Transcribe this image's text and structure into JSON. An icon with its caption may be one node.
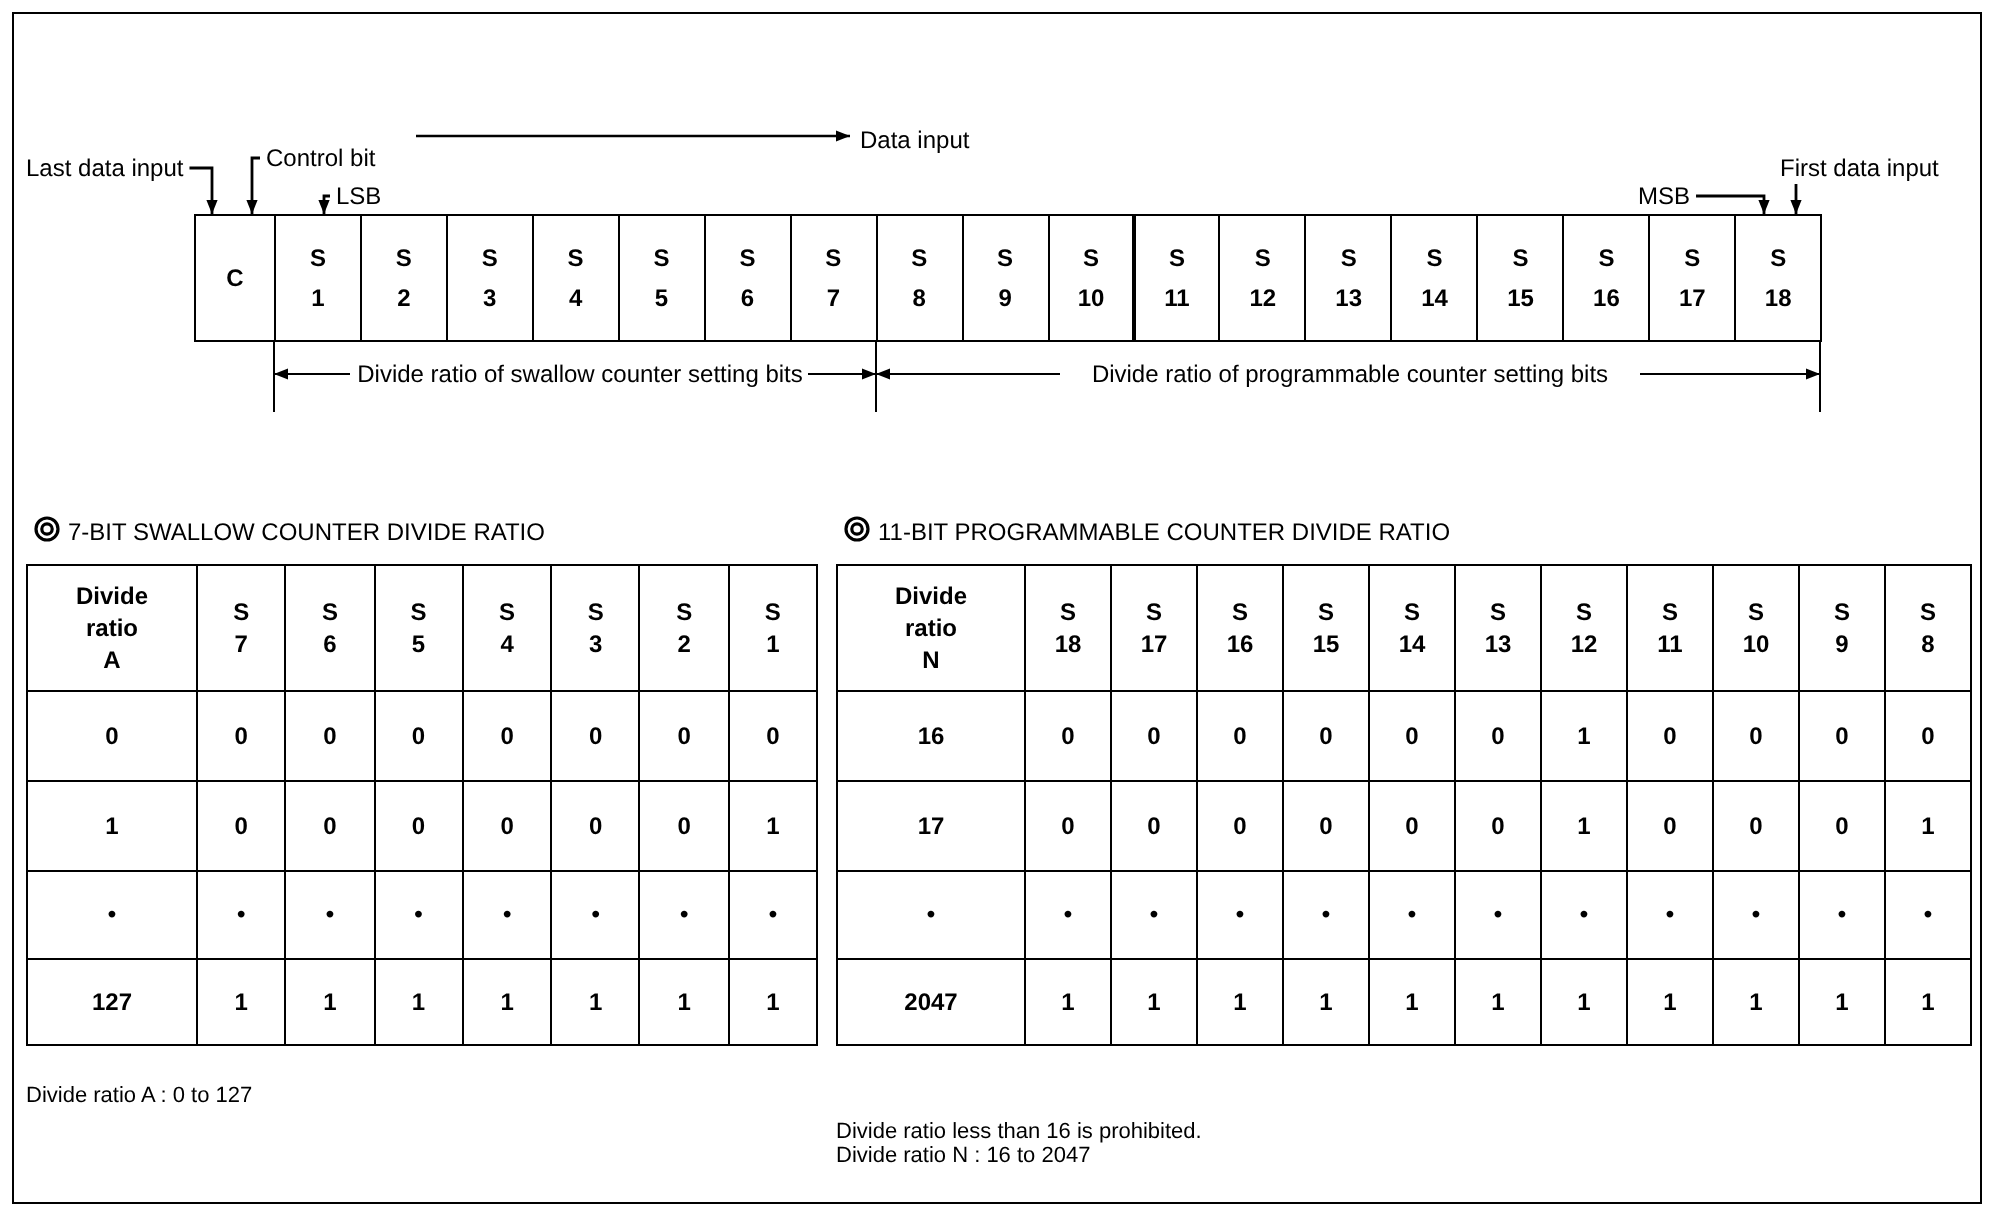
{
  "diagram": {
    "nodes": [
      {
        "text": [
          "Last data input"
        ]
      },
      {
        "text": [
          "Control bit"
        ]
      },
      {
        "text": [
          "LSB"
        ]
      },
      {
        "text": [
          "MSB"
        ]
      },
      {
        "text": [
          "First data input"
        ]
      },
      {
        "text": [
          "C"
        ]
      },
      {
        "text": [
          "S",
          "1"
        ]
      },
      {
        "text": [
          "S",
          "2"
        ]
      },
      {
        "text": [
          "S",
          "3"
        ]
      },
      {
        "text": [
          "S",
          "4"
        ]
      },
      {
        "text": [
          "S",
          "5"
        ]
      },
      {
        "text": [
          "S",
          "6"
        ]
      },
      {
        "text": [
          "S",
          "7"
        ]
      },
      {
        "text": [
          "S",
          "8"
        ]
      },
      {
        "text": [
          "S",
          "9"
        ]
      },
      {
        "text": [
          "S",
          "10"
        ]
      },
      {
        "text": [
          "S",
          "11"
        ]
      },
      {
        "text": [
          "S",
          "12"
        ]
      },
      {
        "text": [
          "S",
          "13"
        ]
      },
      {
        "text": [
          "S",
          "14"
        ]
      },
      {
        "text": [
          "S",
          "15"
        ]
      },
      {
        "text": [
          "S",
          "16"
        ]
      },
      {
        "text": [
          "S",
          "17"
        ]
      },
      {
        "text": [
          "S",
          "18"
        ]
      }
    ],
    "edges": [
      {
        "from": 0,
        "to": 5,
        "arrow": "to"
      },
      {
        "from": 1,
        "to": 5,
        "arrow": "to"
      },
      {
        "from": 2,
        "to": 6,
        "arrow": "to"
      },
      {
        "from": 3,
        "to": 23,
        "arrow": "to"
      },
      {
        "from": 4,
        "to": 23,
        "arrow": "to"
      }
    ],
    "labels": [
      "Data input",
      "Divide ratio of swallow counter setting bits",
      "Divide ratio of programmable counter setting bits",
      "7-BIT SWALLOW COUNTER DIVIDE RATIO",
      "11-BIT PROGRAMMABLE COUNTER DIVIDE RATIO",
      "Divide ratio A",
      "S 7",
      "S 6",
      "S 5",
      "S 4",
      "S 3",
      "S 2",
      "S 1",
      "0",
      "0",
      "0",
      "0",
      "0",
      "0",
      "0",
      "0",
      "1",
      "0",
      "0",
      "0",
      "0",
      "0",
      "0",
      "1",
      "•",
      "•",
      "•",
      "•",
      "•",
      "•",
      "•",
      "•",
      "127",
      "1",
      "1",
      "1",
      "1",
      "1",
      "1",
      "1",
      "Divide ratio N",
      "S 18",
      "S 17",
      "S 16",
      "S 15",
      "S 14",
      "S 13",
      "S 12",
      "S 11",
      "S 10",
      "S 9",
      "S 8",
      "16",
      "0",
      "0",
      "0",
      "0",
      "0",
      "0",
      "1",
      "0",
      "0",
      "0",
      "0",
      "17",
      "0",
      "0",
      "0",
      "0",
      "0",
      "0",
      "1",
      "0",
      "0",
      "0",
      "1",
      "•",
      "•",
      "•",
      "•",
      "•",
      "•",
      "•",
      "•",
      "•",
      "•",
      "•",
      "•",
      "2047",
      "1",
      "1",
      "1",
      "1",
      "1",
      "1",
      "1",
      "1",
      "1",
      "1",
      "1",
      "Divide ratio A : 0 to 127",
      "Divide ratio less than 16 is prohibited.",
      "Divide ratio N : 16 to 2047"
    ]
  }
}
